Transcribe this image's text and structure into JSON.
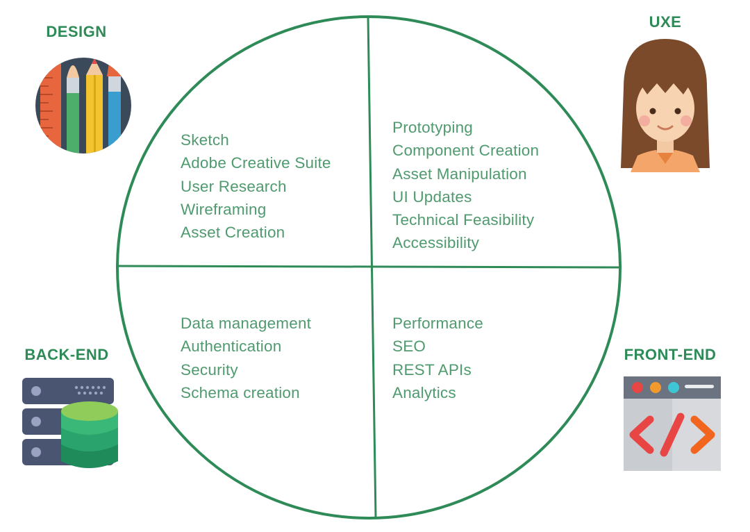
{
  "colors": {
    "brand_green": "#2e8b57",
    "skill_text": "#4f9a6e"
  },
  "roles": {
    "design": {
      "title": "DESIGN",
      "icon": "design-tools-icon"
    },
    "uxe": {
      "title": "UXE",
      "icon": "uxe-avatar-icon"
    },
    "backend": {
      "title": "BACK-END",
      "icon": "database-server-icon"
    },
    "frontend": {
      "title": "FRONT-END",
      "icon": "code-browser-icon"
    }
  },
  "quadrants": {
    "design": [
      "Sketch",
      "Adobe Creative Suite",
      "User Research",
      "Wireframing",
      "Asset Creation"
    ],
    "uxe": [
      "Prototyping",
      "Component Creation",
      "Asset Manipulation",
      "UI Updates",
      "Technical Feasibility",
      "Accessibility"
    ],
    "backend": [
      "Data management",
      "Authentication",
      "Security",
      "Schema creation"
    ],
    "frontend": [
      "Performance",
      "SEO",
      "REST APIs",
      "Analytics"
    ]
  }
}
